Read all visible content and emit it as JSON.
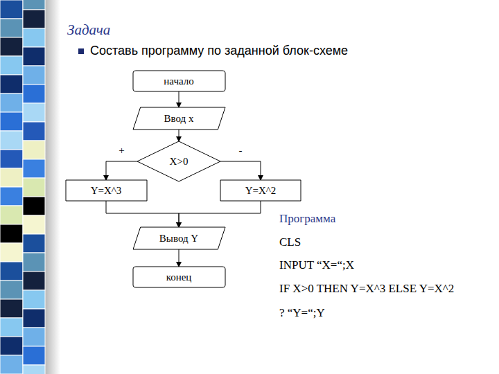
{
  "diagram": {
    "title": "Задача",
    "nodes": [
      {
        "text": [
          "начало"
        ]
      },
      {
        "text": [
          "Ввод x"
        ]
      },
      {
        "text": [
          "X>0"
        ]
      },
      {
        "text": [
          "Y=X^3"
        ]
      },
      {
        "text": [
          "Y=X^2"
        ]
      },
      {
        "text": [
          "Вывод Y"
        ]
      },
      {
        "text": [
          "конец"
        ]
      }
    ],
    "edges": [
      {
        "from": 0,
        "to": 1,
        "arrow": "to"
      },
      {
        "from": 1,
        "to": 2,
        "arrow": "to"
      },
      {
        "from": 2,
        "to": 3,
        "label": "+",
        "arrow": "to"
      },
      {
        "from": 2,
        "to": 4,
        "label": "-",
        "arrow": "to"
      },
      {
        "from": 3,
        "to": 5,
        "arrow": "to"
      },
      {
        "from": 4,
        "to": 5,
        "arrow": "to"
      },
      {
        "from": 5,
        "to": 6,
        "arrow": "to"
      }
    ],
    "labels": [
      "Составь программу по заданной блок-схеме",
      "Программа",
      "CLS",
      "INPUT “X=“;X",
      "IF X>0 THEN Y=X^3 ELSE Y=X^2",
      "? “Y=“;Y"
    ]
  }
}
